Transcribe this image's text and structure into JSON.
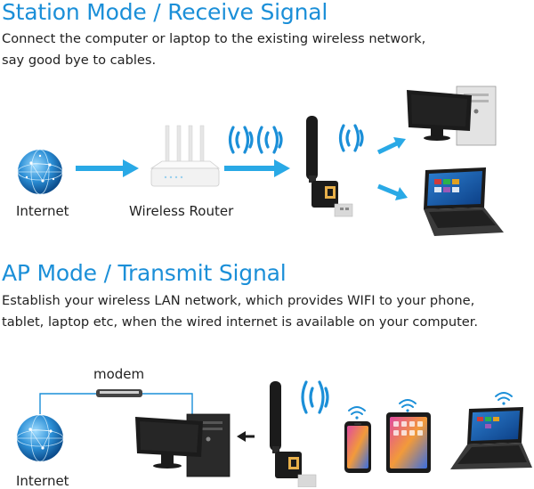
{
  "station": {
    "title": "Station Mode / Receive Signal",
    "desc_line1": "Connect the computer or laptop to the existing wireless network,",
    "desc_line2": "say good bye to cables.",
    "labels": {
      "internet": "Internet",
      "router": "Wireless Router"
    }
  },
  "ap": {
    "title": "AP Mode / Transmit Signal",
    "desc_line1": "Establish your wireless LAN network, which provides WIFI to your phone,",
    "desc_line2": "tablet, laptop etc, when the wired internet is available on your computer.",
    "labels": {
      "modem": "modem",
      "internet": "Internet"
    }
  },
  "colors": {
    "accent": "#1b8fd8",
    "arrow": "#29a9e6",
    "dark": "#1b1b1b",
    "router": "#f2f2f2"
  },
  "icons": [
    "globe-icon",
    "router-icon",
    "usb-adapter-icon",
    "desktop-computer-icon",
    "laptop-icon",
    "smartphone-icon",
    "tablet-icon",
    "modem-icon",
    "wifi-wave-icon",
    "arrow-icon"
  ]
}
